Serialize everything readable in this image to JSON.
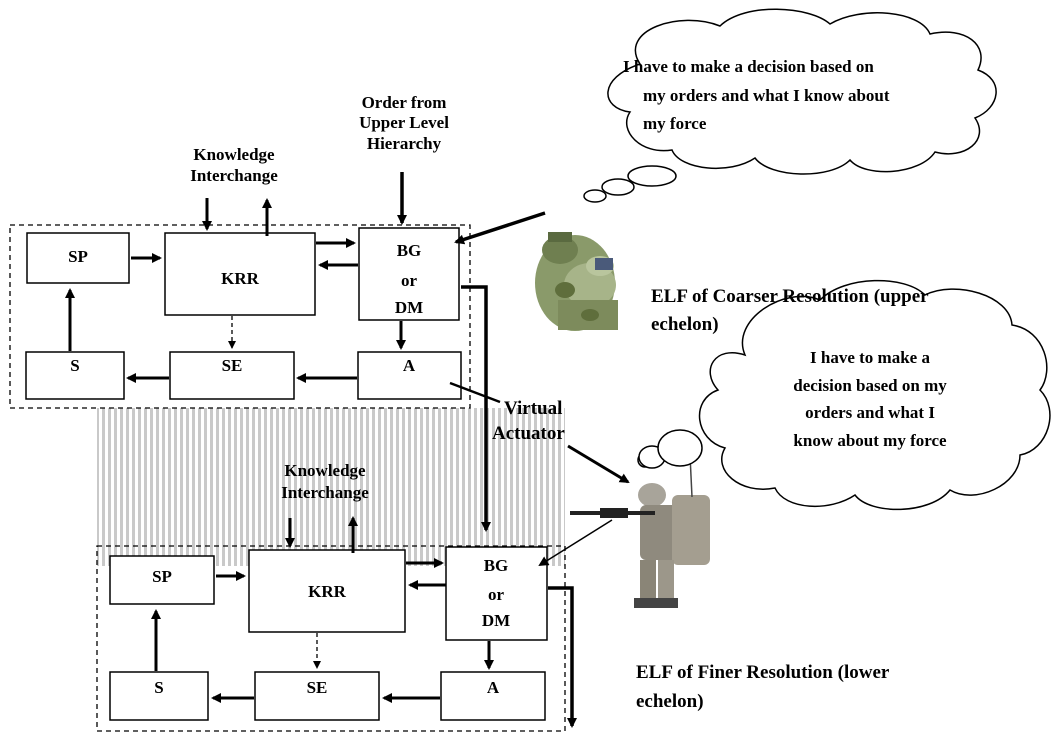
{
  "upper": {
    "sp": "SP",
    "krr": "KRR",
    "bg_dm": [
      "BG",
      "or",
      "DM"
    ],
    "s": "S",
    "se": "SE",
    "a": "A",
    "order_label": [
      "Order from",
      "Upper Level",
      "Hierarchy"
    ],
    "knowledge_label": [
      "Knowledge",
      "Interchange"
    ]
  },
  "lower": {
    "sp": "SP",
    "krr": "KRR",
    "bg_dm": [
      "BG",
      "or",
      "DM"
    ],
    "s": "S",
    "se": "SE",
    "a": "A",
    "knowledge_label": [
      "Knowledge",
      "Interchange"
    ]
  },
  "virtual_actuator": [
    "Virtual",
    "Actuator"
  ],
  "thought_upper": [
    "I have to make a decision based on",
    "my orders and what I know about",
    "my force"
  ],
  "thought_lower": [
    "I have to make a",
    "decision based on my",
    "orders and what I",
    "know about my force"
  ],
  "elf_upper": [
    "ELF of Coarser Resolution (upper",
    "echelon)"
  ],
  "elf_lower": [
    "ELF of Finer Resolution (lower",
    "echelon)"
  ]
}
